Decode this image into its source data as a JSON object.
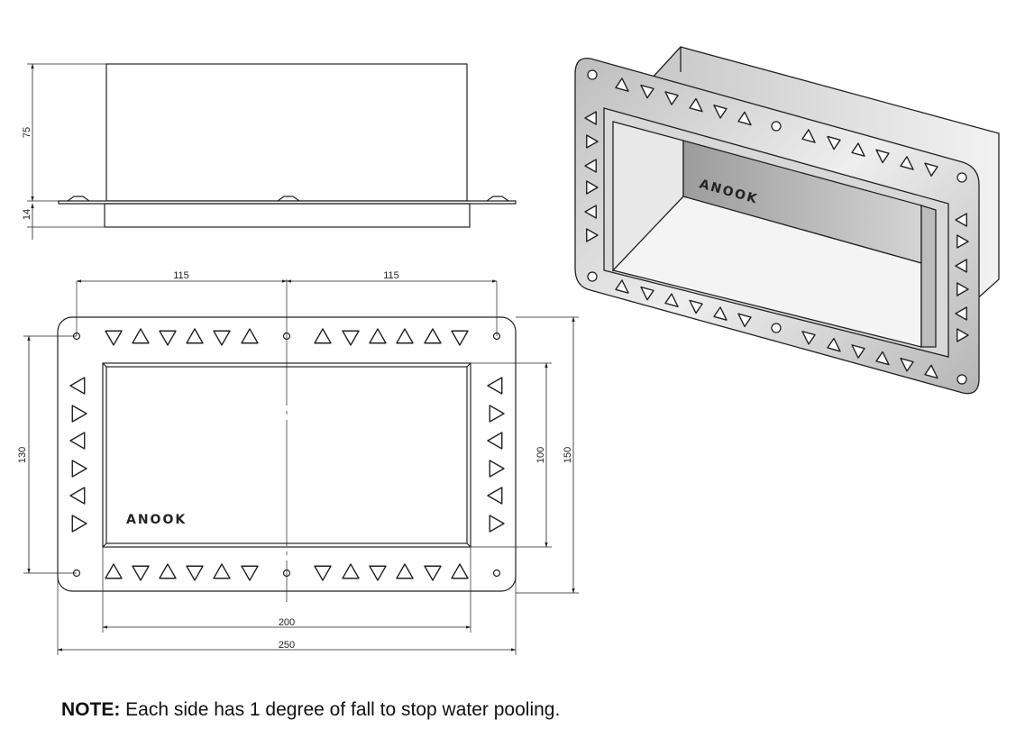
{
  "side_view": {
    "dim_height": "75",
    "dim_flange": "14"
  },
  "front_view": {
    "dim_left_half": "115",
    "dim_right_half": "115",
    "dim_inner_height": "130",
    "dim_opening_height": "100",
    "dim_outer_height": "150",
    "dim_opening_width": "200",
    "dim_outer_width": "250",
    "logo": "ANOOK"
  },
  "iso_view": {
    "logo": "ANOOK"
  },
  "note": {
    "label": "NOTE:",
    "text": " Each side has 1 degree of fall to stop water pooling."
  },
  "colors": {
    "line": "#222222",
    "steel_light": "#e2e2e2",
    "steel_dark": "#9a9a9a"
  }
}
